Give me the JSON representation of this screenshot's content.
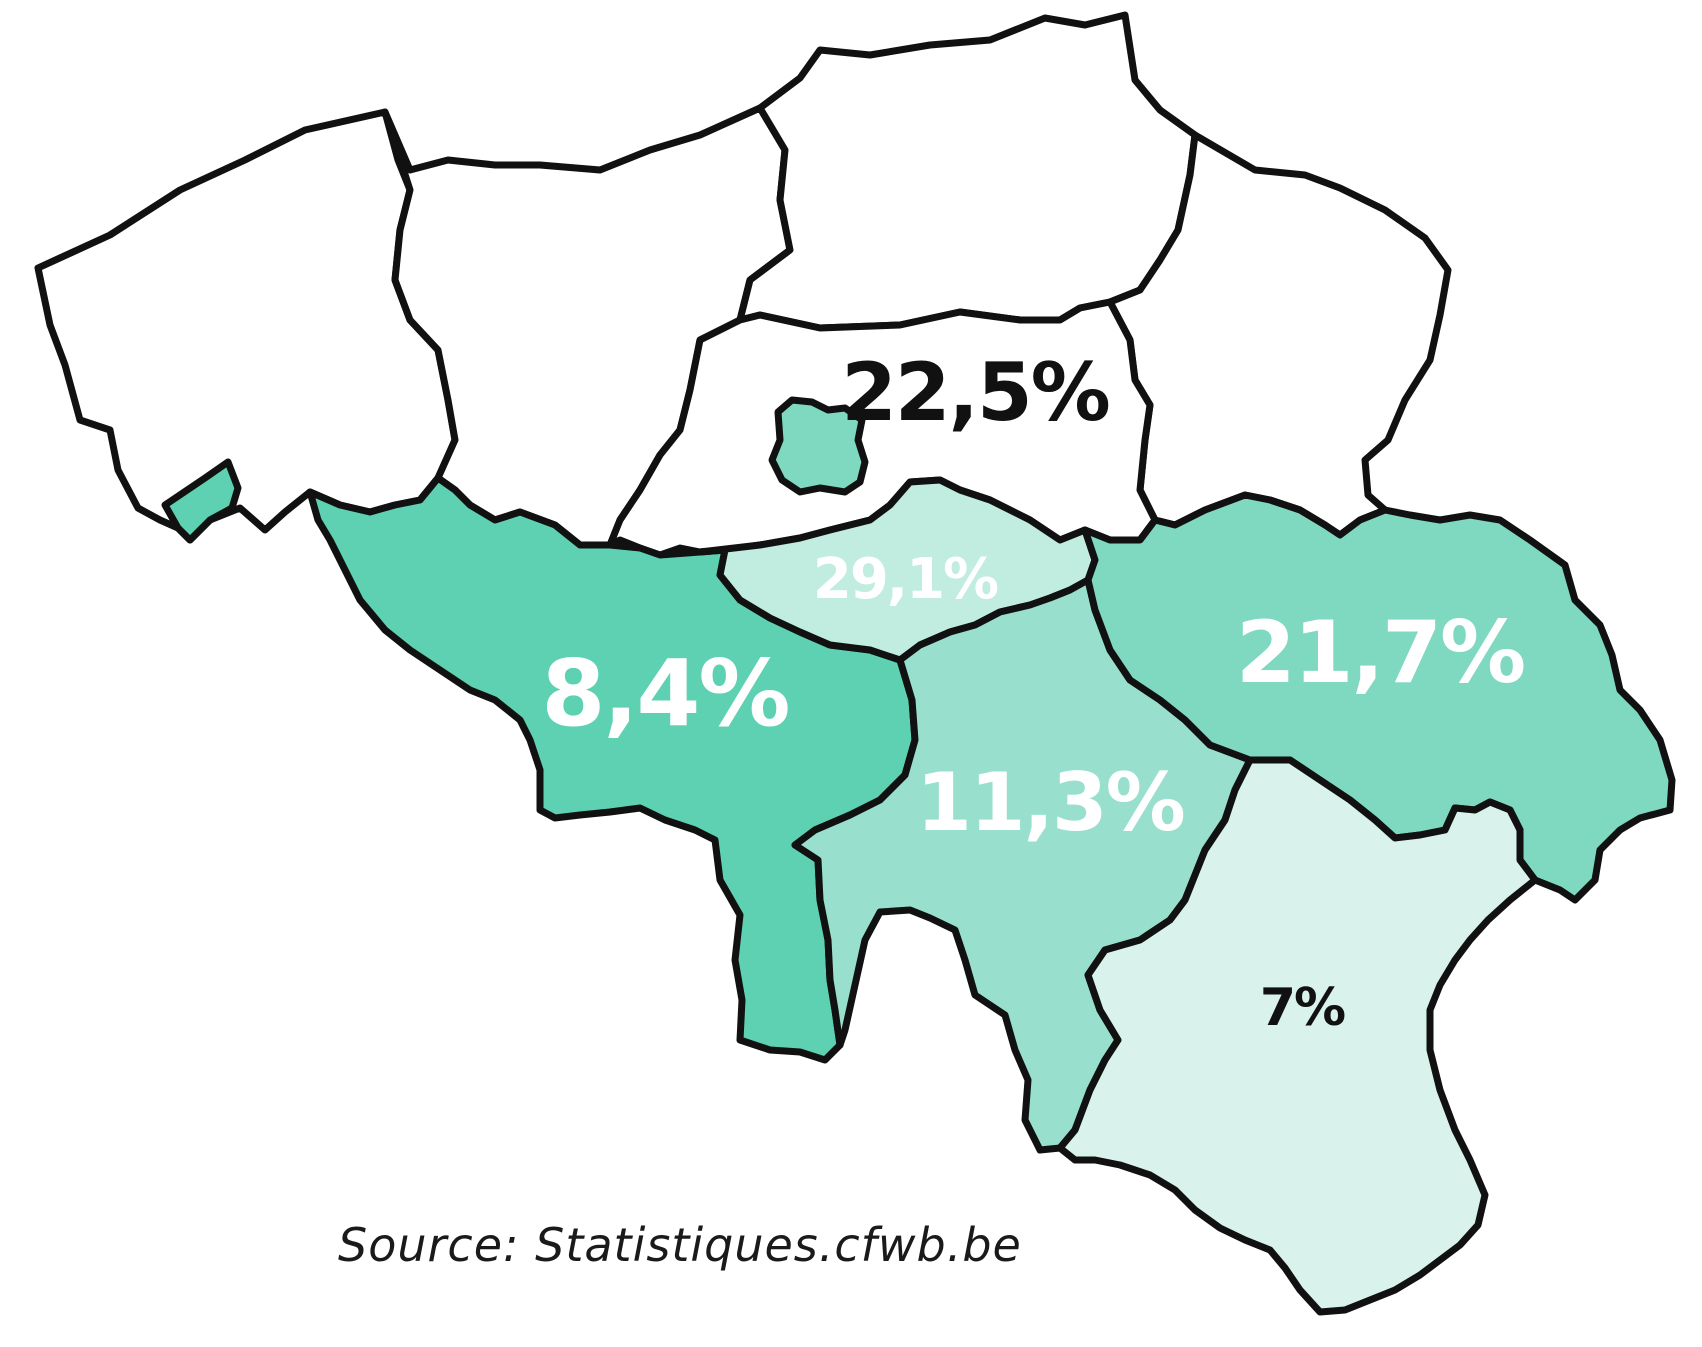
{
  "colors": {
    "flanders": "#ffffff",
    "level_29_1": "#5ed1b3",
    "level_21_7": "#7fd8c0",
    "level_11_3": "#98e0cd",
    "level_8_4": "#c1ece0",
    "level_7": "#d9f3ec",
    "brussels": "#7fd8c0",
    "outline": "#111111",
    "dark_text": "#111111",
    "light_text": "#ffffff"
  },
  "regions": [
    {
      "id": "west-flanders",
      "value_label": ""
    },
    {
      "id": "east-flanders",
      "value_label": ""
    },
    {
      "id": "antwerp",
      "value_label": ""
    },
    {
      "id": "limburg",
      "value_label": ""
    },
    {
      "id": "flemish-brabant",
      "value_label": "22,5%"
    },
    {
      "id": "brussels",
      "value_label": ""
    },
    {
      "id": "hainaut",
      "value_label": "29,1%"
    },
    {
      "id": "walloon-brabant",
      "value_label": "8,4%"
    },
    {
      "id": "namur",
      "value_label": "11,3%"
    },
    {
      "id": "liege",
      "value_label": "21,7%"
    },
    {
      "id": "luxembourg",
      "value_label": "7%"
    }
  ],
  "source_text": "Source:  Statistiques.cfwb.be"
}
